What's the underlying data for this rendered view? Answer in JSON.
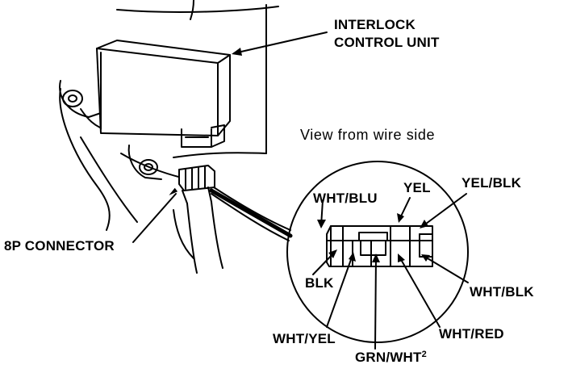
{
  "labels": {
    "unit_line1": "INTERLOCK",
    "unit_line2": "CONTROL UNIT",
    "view_caption": "View from wire side",
    "connector": "8P CONNECTOR",
    "wht_blu": "WHT/BLU",
    "yel": "YEL",
    "yel_blk": "YEL/BLK",
    "blk": "BLK",
    "wht_blk": "WHT/BLK",
    "wht_yel": "WHT/YEL",
    "wht_red": "WHT/RED",
    "grn_wht": "GRN/WHT",
    "grn_wht_sup": "2"
  }
}
